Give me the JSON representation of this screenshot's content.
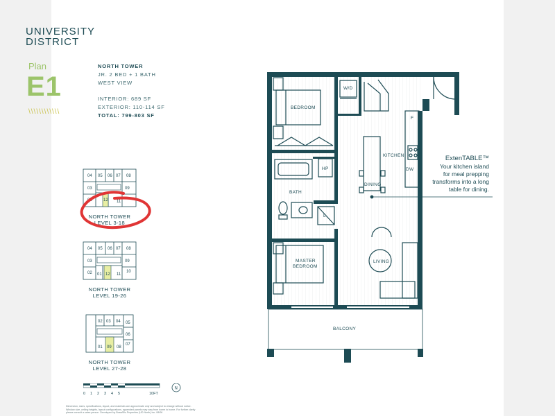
{
  "brand": {
    "line1": "UNIVERSITY",
    "line2": "DISTRICT"
  },
  "plan": {
    "word": "Plan",
    "code": "E1",
    "ticks": "\\\\\\\\\\\\\\\\\\\\\\\\"
  },
  "specs": {
    "tower": "NORTH TOWER",
    "type": "JR. 2 BED + 1 BATH",
    "view": "WEST VIEW",
    "interior": "INTERIOR: 689 SF",
    "exterior": "EXTERIOR: 110-114 SF",
    "total": "TOTAL: 799-803 SF"
  },
  "keyplans": [
    {
      "label1": "NORTH TOWER",
      "label2": "LEVEL 3-18",
      "units": [
        "04",
        "05",
        "06",
        "07",
        "08",
        "03",
        "09",
        "02",
        "12",
        "11"
      ],
      "highlight": "12",
      "circled": true
    },
    {
      "label1": "NORTH TOWER",
      "label2": "LEVEL 19-26",
      "units": [
        "04",
        "05",
        "06",
        "07",
        "08",
        "03",
        "09",
        "02",
        "01",
        "12",
        "11",
        "10"
      ],
      "highlight": "12",
      "circled": false
    },
    {
      "label1": "NORTH TOWER",
      "label2": "LEVEL 27-28",
      "units": [
        "02",
        "03",
        "04",
        "05",
        "06",
        "07",
        "01",
        "09",
        "08"
      ],
      "highlight": "09",
      "circled": false
    }
  ],
  "rooms": {
    "wd": "W/D",
    "bedroom": "BEDROOM",
    "hp": "HP",
    "kitchen": "KITCHEN",
    "f": "F",
    "dw": "DW",
    "bath": "BATH",
    "dining": "DINING",
    "l": "L",
    "master_line1": "MASTER",
    "master_line2": "BEDROOM",
    "living": "LIVING",
    "balcony": "BALCONY"
  },
  "callout": {
    "title": "ExtenTABLE™",
    "line1": "Your kitchen island",
    "line2": "for meal prepping",
    "line3": "transforms into a long",
    "line4": "table for dining."
  },
  "scale": {
    "labels": [
      "0",
      "1",
      "2",
      "3",
      "4",
      "5"
    ],
    "end": "10FT",
    "north": "N"
  },
  "fine_print": {
    "line1": "Dimension, sizes, specifications, layout, and materials are approximate only and subject to change without notice.",
    "line2": "Window size, ceiling heights, layout configurations, appended panels may vary from home to home. For further clarity",
    "line3": "please consult a sales person. Developed by Bosa/Blu Properties (UD North) Inc. 08/06"
  },
  "colors": {
    "wall": "#1d4b54",
    "accent_green": "#9cc46a",
    "highlight_unit": "#e8eea3",
    "annotation_red": "#e03535"
  }
}
